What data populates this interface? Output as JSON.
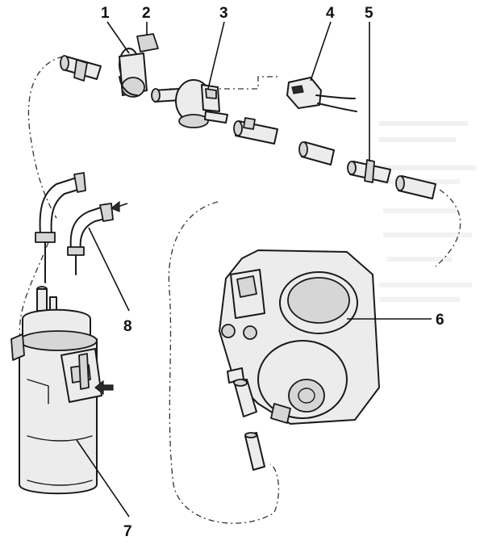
{
  "callouts": {
    "c1": "1",
    "c2": "2",
    "c3": "3",
    "c4": "4",
    "c5": "5",
    "c6": "6",
    "c7": "7",
    "c8": "8"
  },
  "colors": {
    "ink": "#1a1a1a",
    "shading": "#d6d6d6",
    "paper": "#ffffff"
  }
}
